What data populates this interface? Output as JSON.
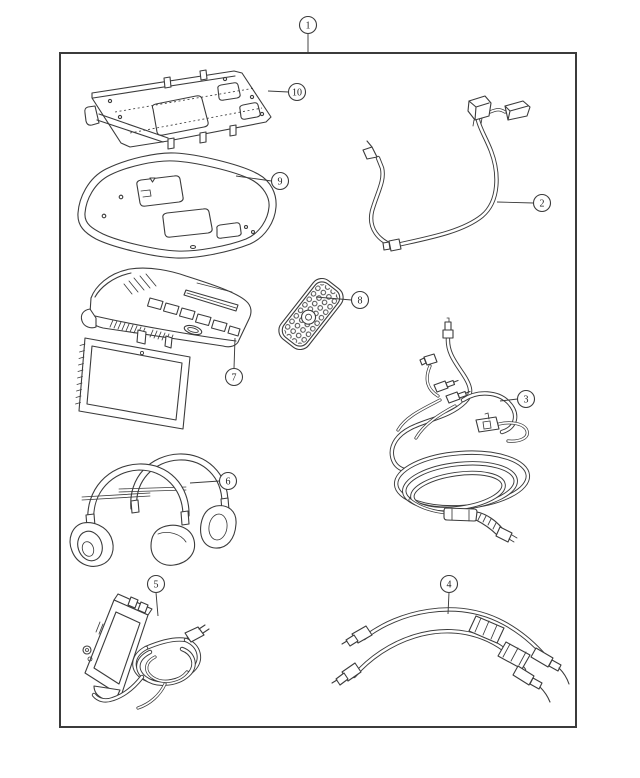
{
  "figure": {
    "type": "parts-diagram",
    "description": "overhead-video-entertainment-system-parts",
    "background": "#ffffff",
    "line_color": "#3b3b3b"
  },
  "callouts": [
    {
      "label": "1",
      "part": "kit-boundary-box"
    },
    {
      "label": "2",
      "part": "wiring-harness"
    },
    {
      "label": "3",
      "part": "av-cable-assembly"
    },
    {
      "label": "4",
      "part": "patch-cables"
    },
    {
      "label": "5",
      "part": "video-module-with-cable"
    },
    {
      "label": "6",
      "part": "headphones"
    },
    {
      "label": "7",
      "part": "overhead-dvd-player"
    },
    {
      "label": "8",
      "part": "remote-control"
    },
    {
      "label": "9",
      "part": "console-housing"
    },
    {
      "label": "10",
      "part": "mounting-bracket"
    }
  ]
}
